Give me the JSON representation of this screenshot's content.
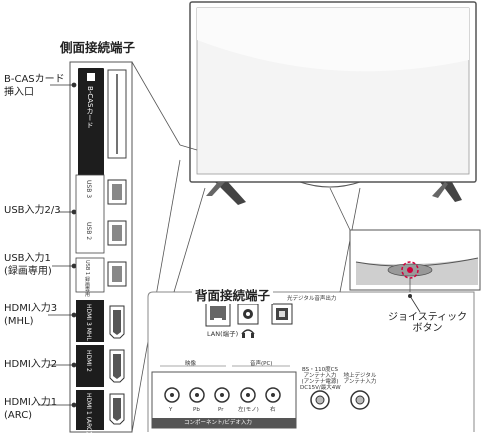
{
  "side_panel": {
    "title": "側面接続端子",
    "labels": {
      "bcas_line1": "B-CASカード",
      "bcas_line2": "挿入口",
      "usb23": "USB入力2/3",
      "usb1_line1": "USB入力1",
      "usb1_line2": "(録画専用)",
      "hdmi3_line1": "HDMI入力3",
      "hdmi3_line2": "(MHL)",
      "hdmi2": "HDMI入力2",
      "hdmi1_line1": "HDMI入力1",
      "hdmi1_line2": "(ARC)"
    },
    "port_text": {
      "bcas_card": "B-CASカード",
      "usb3": "USB 3",
      "usb2": "USB 2",
      "usb1": "USB 1 録画専用",
      "hdmi3": "HDMI 3 MHL",
      "hdmi2": "HDMI 2",
      "hdmi1": "HDMI 1 (ARC)"
    }
  },
  "rear_panel": {
    "title": "背面接続端子",
    "optical_label": "光デジタル音声出力",
    "lan_label": "LAN",
    "lan_sub": "(端子)",
    "video_label": "映像",
    "audio_label": "音声(PC)",
    "component_label": "コンポーネント/ビデオ入力",
    "bs_label_l1": "BS・110度CS",
    "bs_label_l2": "アンテナ入力",
    "bs_label_l3": "(アンテナ電源)",
    "bs_label_l4": "DC15V/最大4W",
    "terr_label_l1": "地上デジタル",
    "terr_label_l2": "アンテナ入力",
    "jack_y": "Y",
    "jack_pb": "Pb",
    "jack_pr": "Pr",
    "jack_audio_l": "左(モノ)",
    "jack_audio_r": "右"
  },
  "joystick": {
    "label_line1": "ジョイスティック",
    "label_line2": "ボタン"
  }
}
